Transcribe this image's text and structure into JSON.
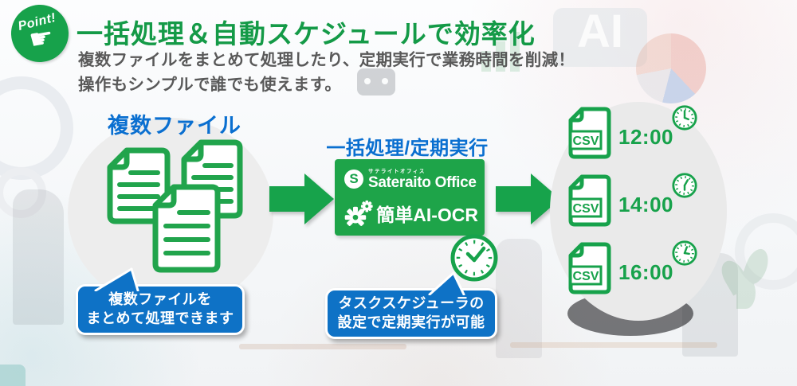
{
  "badge": {
    "label": "Point!"
  },
  "header": {
    "title": "一括処理＆自動スケジュールで効率化",
    "subtitle_line1": "複数ファイルをまとめて処理したり、定期実行で業務時間を削減！",
    "subtitle_line2": "操作もシンプルで誰でも使えます。"
  },
  "flow": {
    "input_label": "複数ファイル",
    "process_label": "一括処理/定期実行",
    "brand_ruby": "サテライトオフィス",
    "brand_initial": "S",
    "brand_name": "Sateraito Office",
    "product_name": "簡単AI-OCR",
    "outputs": {
      "file_type": "CSV",
      "times": [
        "12:00",
        "14:00",
        "16:00"
      ]
    }
  },
  "callouts": {
    "batch": {
      "line1": "複数ファイルを",
      "line2": "まとめて処理できます"
    },
    "schedule": {
      "line1": "タスクスケジューラの",
      "line2": "設定で定期実行が可能"
    }
  },
  "background": {
    "ai_text": "AI"
  },
  "colors": {
    "green": "#17a24b",
    "title_green": "#149a47",
    "heading_blue": "#0a6fd0",
    "bubble_blue": "#0e72c6",
    "subtitle_gray": "#595959"
  }
}
